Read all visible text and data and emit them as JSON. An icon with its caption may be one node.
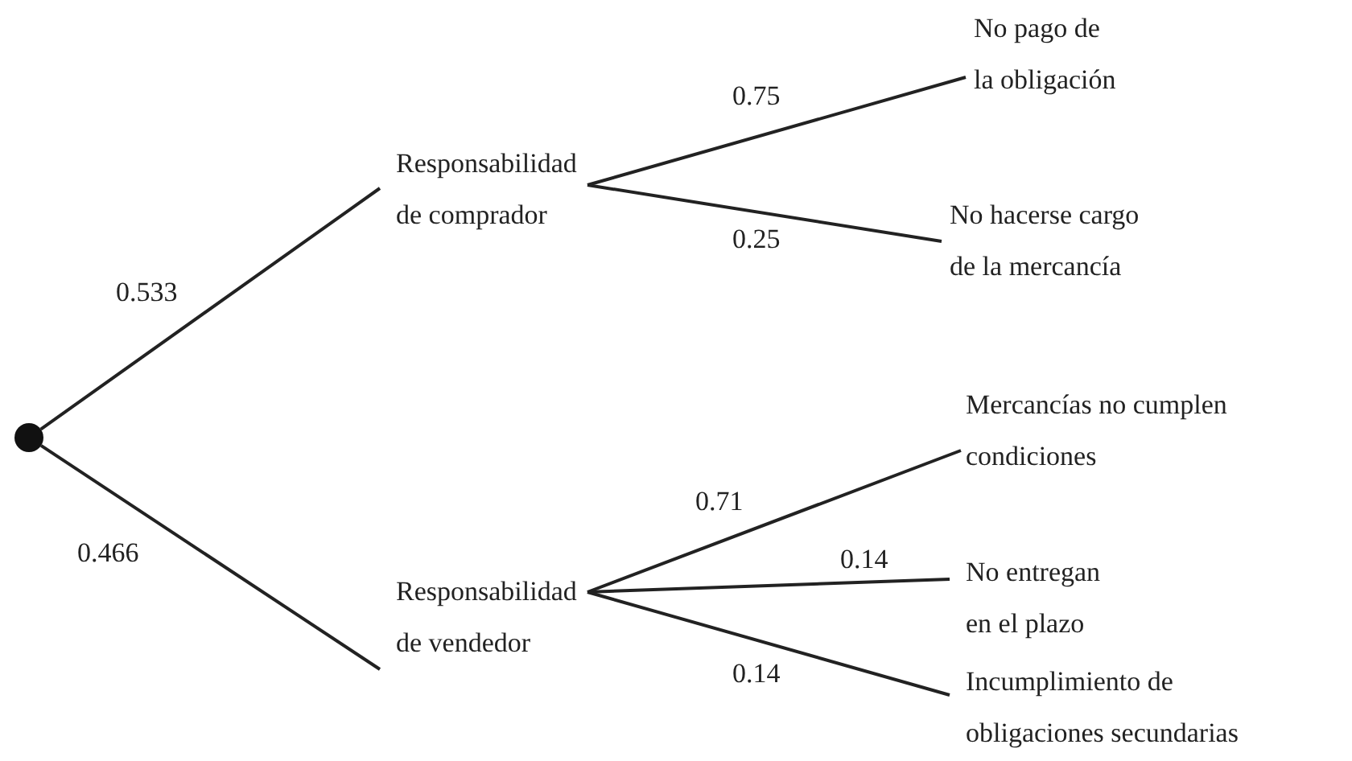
{
  "diagram": {
    "nodes": [
      {
        "text": [],
        "shape": "circle"
      },
      {
        "text": [
          "Responsabilidad de comprador"
        ]
      },
      {
        "text": [
          "No pago de la obligación"
        ]
      },
      {
        "text": [
          "No hacerse cargo de la mercancía"
        ]
      },
      {
        "text": [
          "Responsabilidad de vendedor"
        ]
      },
      {
        "text": [
          "Mercancías no cumplen condiciones"
        ]
      },
      {
        "text": [
          "No entregan en el plazo"
        ]
      },
      {
        "text": [
          "Incumplimiento de obligaciones secundarias"
        ]
      }
    ],
    "edges": [
      {
        "from": 0,
        "to": 1,
        "arrow": "none",
        "label": "0.533"
      },
      {
        "from": 0,
        "to": 4,
        "arrow": "none",
        "label": "0.466"
      },
      {
        "from": 1,
        "to": 2,
        "arrow": "none",
        "label": "0.75"
      },
      {
        "from": 1,
        "to": 3,
        "arrow": "none",
        "label": "0.25"
      },
      {
        "from": 4,
        "to": 5,
        "arrow": "none",
        "label": "0.71"
      },
      {
        "from": 4,
        "to": 6,
        "arrow": "none",
        "label": "0.14"
      },
      {
        "from": 4,
        "to": 7,
        "arrow": "none",
        "label": "0.14"
      }
    ]
  }
}
